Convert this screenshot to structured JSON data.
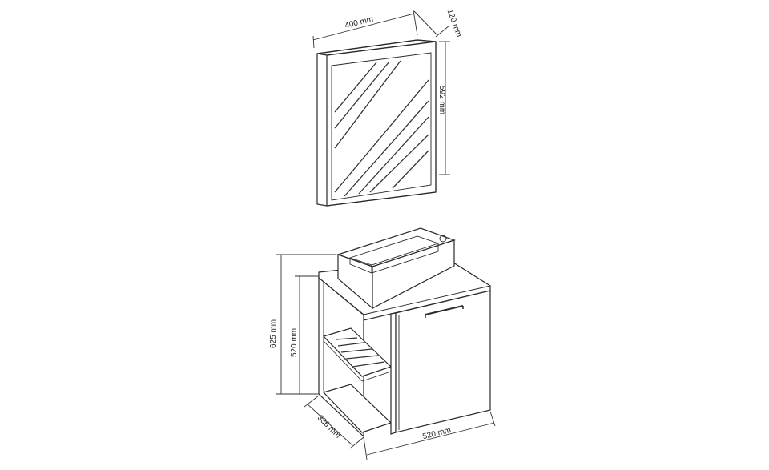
{
  "mirror_cabinet": {
    "width_label": "400 mm",
    "depth_label": "120 mm",
    "height_label": "592 mm"
  },
  "vanity": {
    "total_height_label": "625 mm",
    "cabinet_height_label": "520 mm",
    "depth_label": "336 mm",
    "width_label": "520 mm"
  }
}
